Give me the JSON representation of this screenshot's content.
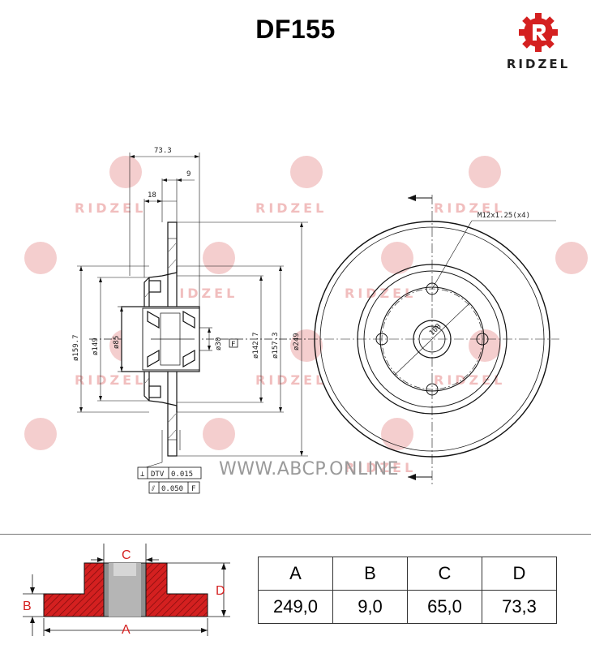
{
  "title": "DF155",
  "logo": {
    "brand": "RIDZEL",
    "color": "#d42020"
  },
  "watermark": {
    "brand": "RIDZEL",
    "site": "WWW.ABCP.ONLINE"
  },
  "drawing": {
    "dimensions": {
      "width_total": "73.3",
      "flange": "9",
      "hub": "18",
      "d_outer": "ø249",
      "d_159": "ø159.7",
      "d_149": "ø149",
      "d_85": "ø85",
      "d_30": "ø30",
      "d_142": "ø142.7",
      "d_157": "ø157.3",
      "pcd": "108",
      "thread": "M12x1.25(x4)"
    },
    "tolerances": {
      "row1_sym": "⟂",
      "row1_label": "DTV",
      "row1_value": "0.015",
      "row2_sym": "⫽",
      "row2_value": "0.050",
      "row2_ref": "F",
      "datum": "F"
    }
  },
  "legend": {
    "labels": {
      "a": "A",
      "b": "B",
      "c": "C",
      "d": "D"
    },
    "fill_color": "#d42020"
  },
  "spec_table": {
    "headers": [
      "A",
      "B",
      "C",
      "D"
    ],
    "values": [
      "249,0",
      "9,0",
      "65,0",
      "73,3"
    ]
  }
}
